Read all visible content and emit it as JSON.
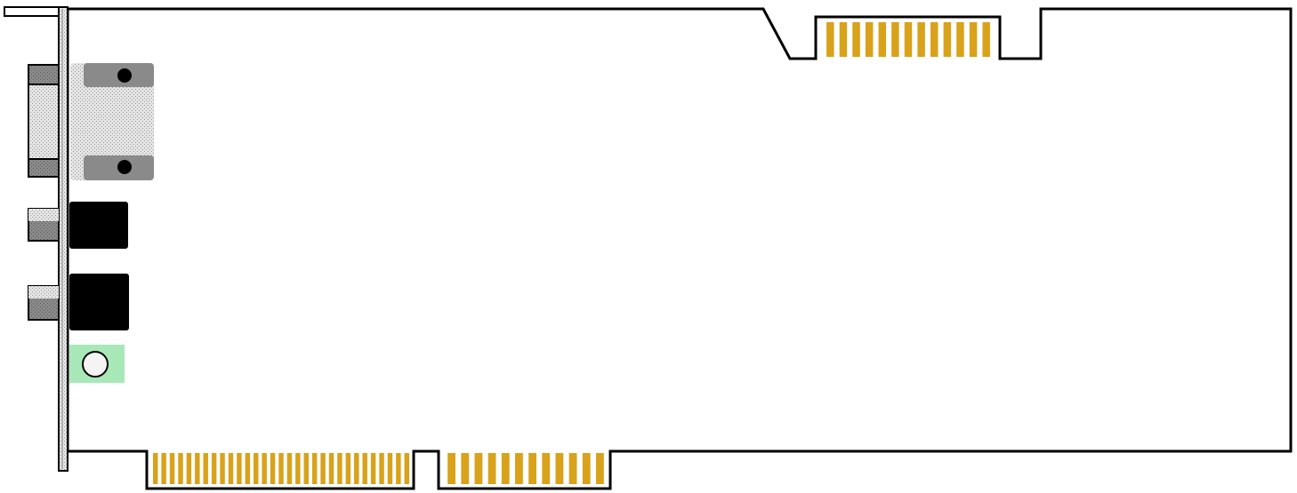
{
  "diagram": {
    "kind": "expansion-card-outline",
    "colors": {
      "outline": "#000000",
      "board": "#ffffff",
      "contact_gold": "#d8a21a",
      "contact_gap": "#ffffff",
      "bracket_metal": "#c8c8c8",
      "bracket_shadow": "#8c8c8c",
      "port_shell_light": "#d9d9d9",
      "port_shell_dark": "#8a8a8a",
      "jack_body": "#000000",
      "led_window": "#a8e8b8",
      "led": "#f4f4f4"
    },
    "edge_connectors": {
      "top_contacts": 13,
      "bottom_left_contacts": 31,
      "bottom_right_contacts": 12
    },
    "bracket_components": [
      {
        "name": "d-sub-port",
        "icon": "d-sub-connector-icon"
      },
      {
        "name": "audio-jack-1",
        "icon": "audio-jack-icon"
      },
      {
        "name": "audio-jack-2",
        "icon": "audio-jack-icon"
      },
      {
        "name": "status-led",
        "icon": "led-icon"
      }
    ]
  }
}
